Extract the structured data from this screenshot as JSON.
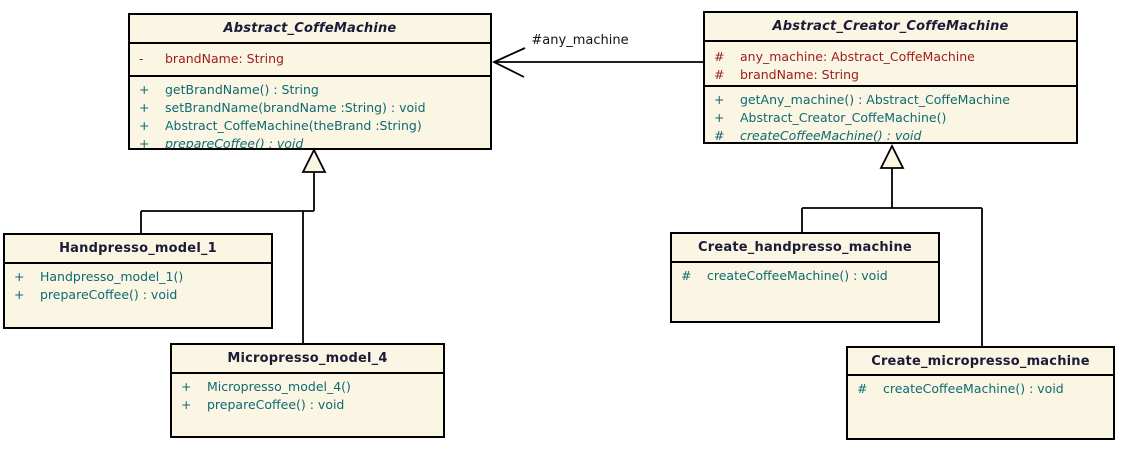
{
  "colors": {
    "class_fill": "#FBF5E3",
    "border": "#000000",
    "title_text": "#1B1B38",
    "attribute_text": "#9C1C1C",
    "method_text": "#0D6A73"
  },
  "classes": {
    "abstract_coffemachine": {
      "name": "Abstract_CoffeMachine",
      "abstract": true,
      "attributes": [
        {
          "visibility": "-",
          "text": "brandName: String"
        }
      ],
      "methods": [
        {
          "visibility": "+",
          "text": "getBrandName() : String"
        },
        {
          "visibility": "+",
          "text": "setBrandName(brandName :String) : void"
        },
        {
          "visibility": "+",
          "text": "Abstract_CoffeMachine(theBrand :String)"
        },
        {
          "visibility": "+",
          "text": "prepareCoffee() : void",
          "abstract": true
        }
      ]
    },
    "abstract_creator_coffemachine": {
      "name": "Abstract_Creator_CoffeMachine",
      "abstract": true,
      "attributes": [
        {
          "visibility": "#",
          "text": "any_machine: Abstract_CoffeMachine"
        },
        {
          "visibility": "#",
          "text": "brandName: String"
        }
      ],
      "methods": [
        {
          "visibility": "+",
          "text": "getAny_machine() : Abstract_CoffeMachine"
        },
        {
          "visibility": "+",
          "text": "Abstract_Creator_CoffeMachine()"
        },
        {
          "visibility": "#",
          "text": "createCoffeeMachine() : void",
          "abstract": true
        }
      ]
    },
    "handpresso_model_1": {
      "name": "Handpresso_model_1",
      "methods": [
        {
          "visibility": "+",
          "text": "Handpresso_model_1()"
        },
        {
          "visibility": "+",
          "text": "prepareCoffee() : void"
        }
      ]
    },
    "micropresso_model_4": {
      "name": "Micropresso_model_4",
      "methods": [
        {
          "visibility": "+",
          "text": "Micropresso_model_4()"
        },
        {
          "visibility": "+",
          "text": "prepareCoffee() : void"
        }
      ]
    },
    "create_handpresso_machine": {
      "name": "Create_handpresso_machine",
      "methods": [
        {
          "visibility": "#",
          "text": "createCoffeeMachine() : void"
        }
      ]
    },
    "create_micropresso_machine": {
      "name": "Create_micropresso_machine",
      "methods": [
        {
          "visibility": "#",
          "text": "createCoffeeMachine() : void"
        }
      ]
    }
  },
  "relations": {
    "association": {
      "type": "association",
      "label": "#any_machine",
      "from": "Abstract_Creator_CoffeMachine",
      "to": "Abstract_CoffeMachine"
    },
    "generalizations": [
      {
        "from": "Handpresso_model_1",
        "to": "Abstract_CoffeMachine"
      },
      {
        "from": "Micropresso_model_4",
        "to": "Abstract_CoffeMachine"
      },
      {
        "from": "Create_handpresso_machine",
        "to": "Abstract_Creator_CoffeMachine"
      },
      {
        "from": "Create_micropresso_machine",
        "to": "Abstract_Creator_CoffeMachine"
      }
    ]
  }
}
